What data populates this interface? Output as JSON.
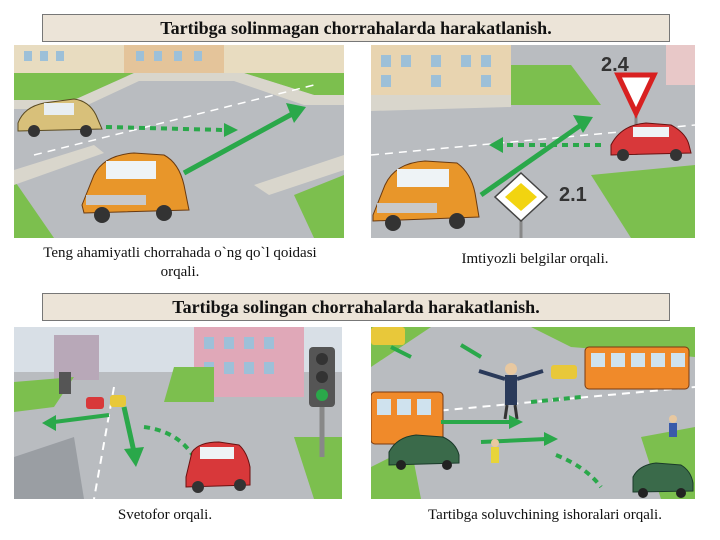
{
  "section1": {
    "title": "Tartibga solinmagan chorrahalarda harakatlanish.",
    "panel_left_caption": "Teng ahamiyatli chorrahada o`ng qo`l qoidasi orqali.",
    "panel_right_caption": "Imtiyozli belgilar orqali.",
    "sign_top_label": "2.4",
    "sign_bottom_label": "2.1"
  },
  "section2": {
    "title": "Tartibga solingan chorrahalarda harakatlanish.",
    "panel_left_caption": "Svetofor orqali.",
    "panel_right_caption": "Tartibga soluvchining ishoralari orqali."
  },
  "colors": {
    "road": "#b9bcc0",
    "grass": "#7cbf4e",
    "arrow": "#2aa84a",
    "car_orange": "#e8962a",
    "car_red": "#d8383a",
    "bus": "#f08a2a"
  }
}
